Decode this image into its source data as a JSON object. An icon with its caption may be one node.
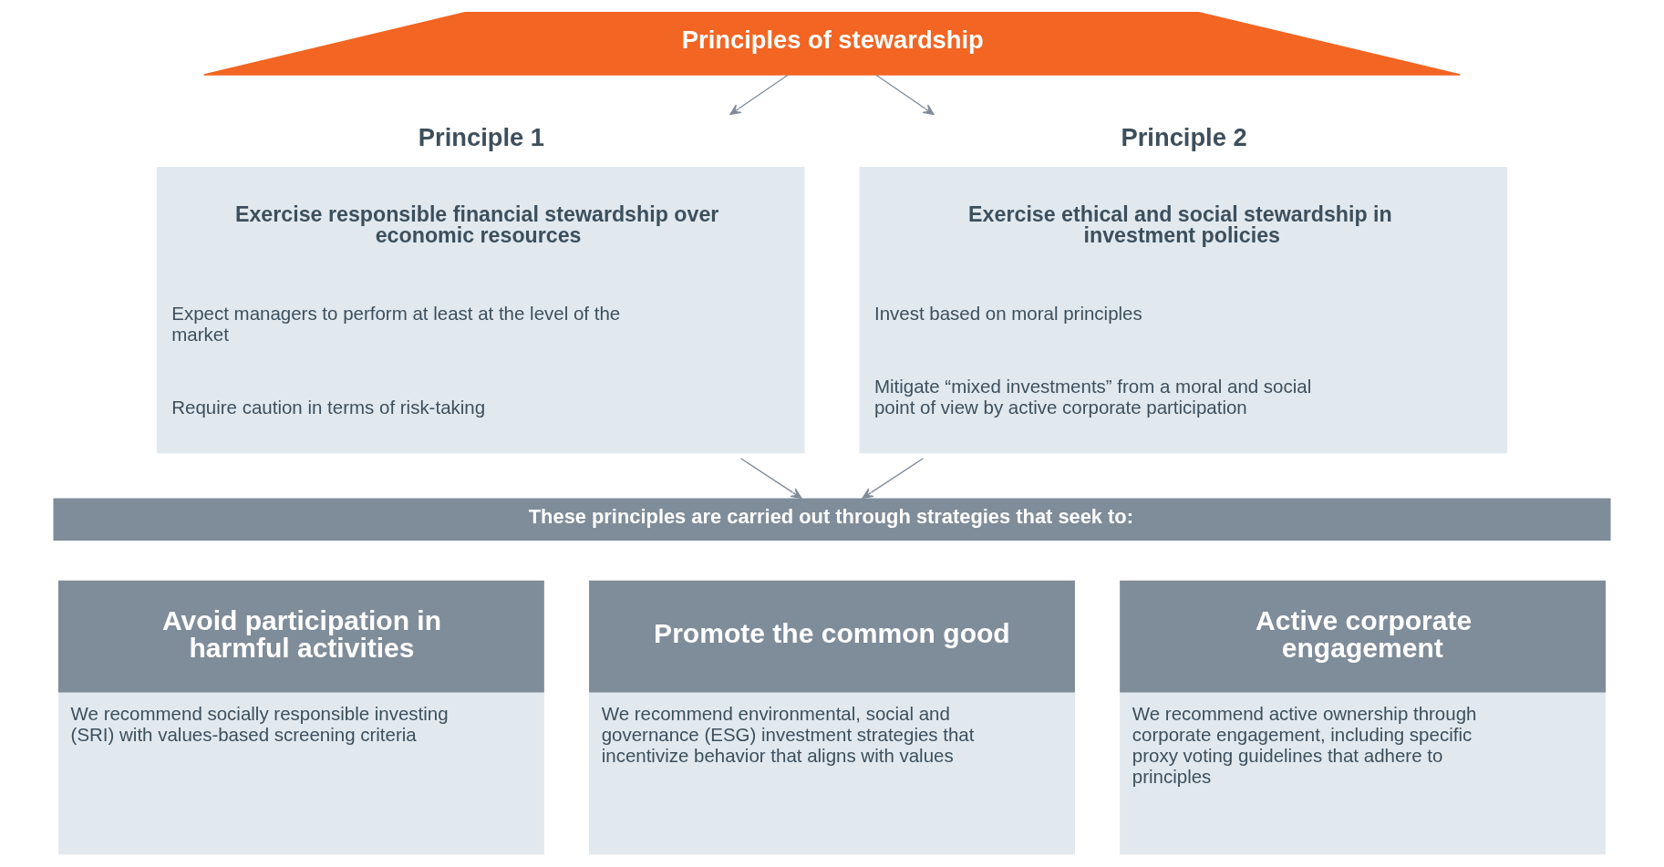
{
  "diagram": {
    "nodes": [
      {
        "text": [
          "Principles of stewardship"
        ]
      },
      {
        "text": [
          "Principle 1",
          "Exercise responsible financial stewardship over economic resources",
          "Expect managers to perform at least at the level of the market",
          "Require caution in terms of risk-taking"
        ]
      },
      {
        "text": [
          "Principle 2",
          "Exercise ethical and social stewardship in investment policies",
          "Invest based on moral principles",
          "Mitigate “mixed investments” from a moral and social point of view by active corporate participation"
        ]
      },
      {
        "text": [
          "These principles are carried out through strategies that seek to:"
        ]
      },
      {
        "text": [
          "Avoid participation in harmful activities",
          "We recommend socially responsible investing (SRI) with values-based screening criteria"
        ]
      },
      {
        "text": [
          "Promote the common good",
          "We recommend environmental, social and governance (ESG) investment strategies that incentivize behavior that aligns with values"
        ]
      },
      {
        "text": [
          "Active corporate engagement",
          "We recommend active ownership through corporate engagement, including specific proxy voting guidelines that adhere to principles"
        ]
      }
    ],
    "edges": [
      {
        "from": 0,
        "to": 1,
        "arrow": "to"
      },
      {
        "from": 0,
        "to": 2,
        "arrow": "to"
      },
      {
        "from": 1,
        "to": 3,
        "arrow": "to"
      },
      {
        "from": 2,
        "to": 3,
        "arrow": "to"
      }
    ]
  }
}
